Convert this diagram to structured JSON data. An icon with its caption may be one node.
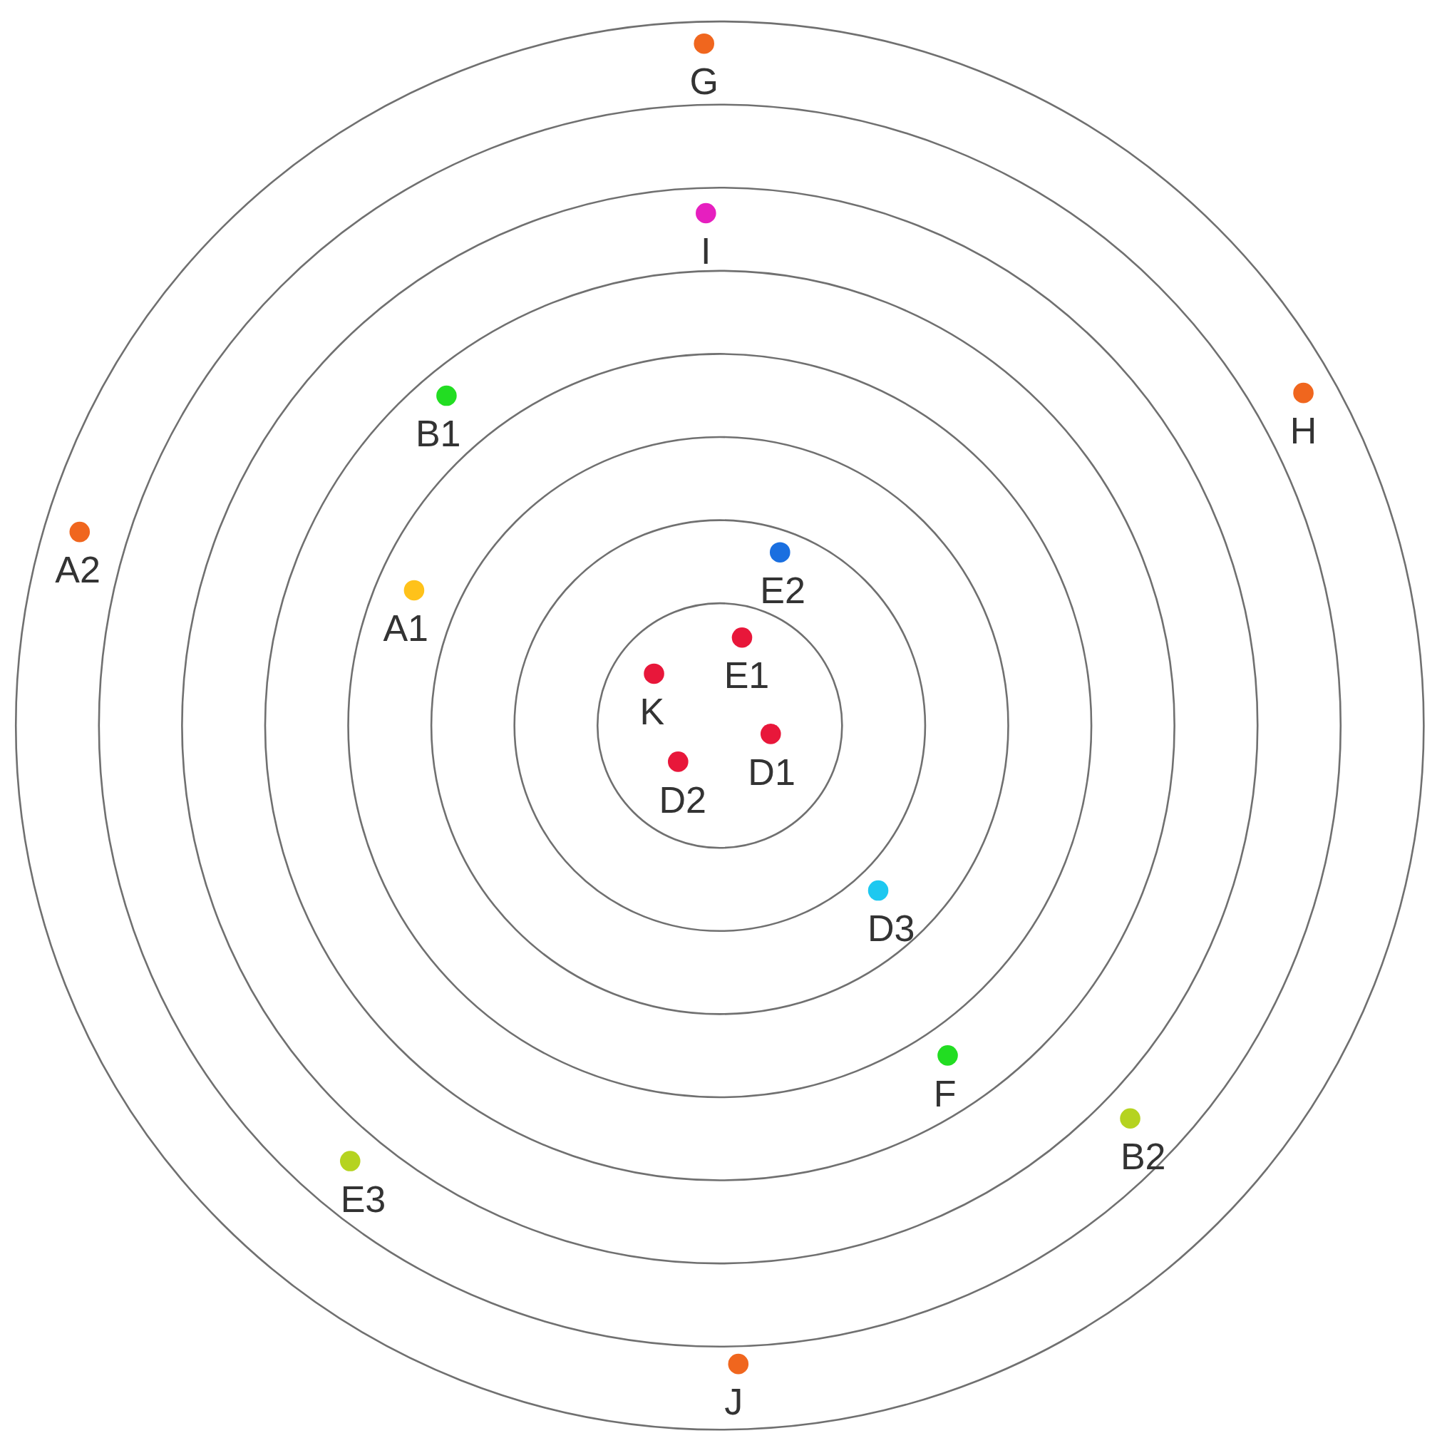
{
  "diagram": {
    "labels": [
      "G",
      "I",
      "H",
      "B1",
      "A2",
      "E2",
      "A1",
      "E1",
      "K",
      "D1",
      "D2",
      "D3",
      "F",
      "B2",
      "E3",
      "J"
    ]
  }
}
